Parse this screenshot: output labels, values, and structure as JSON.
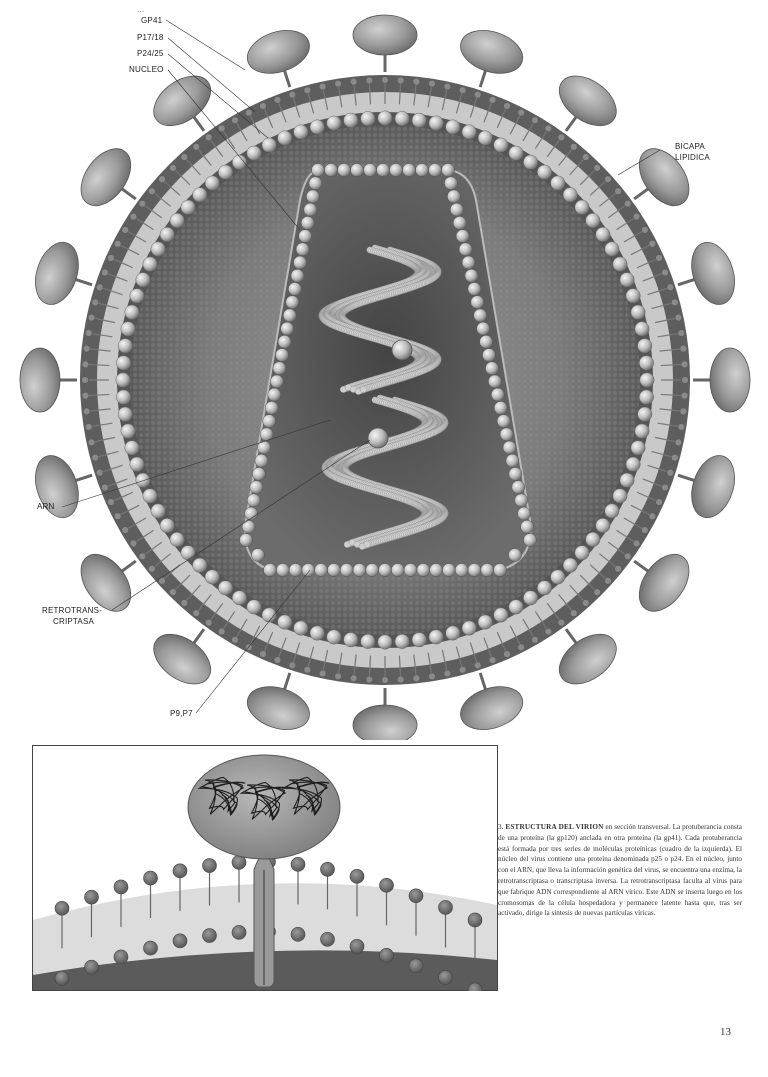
{
  "labels": {
    "gp41": "GP41",
    "p17_18": "P17/18",
    "p24_25": "P24/25",
    "nucleo": "NUCLEO",
    "bicapa_1": "BICAPA",
    "bicapa_2": "LIPIDICA",
    "arn": "ARN",
    "retrotrans_1": "RETROTRANS-",
    "retrotrans_2": "CRIPTASA",
    "p9p7": "P9,P7"
  },
  "caption": {
    "number": "3.",
    "title": "ESTRUCTURA DEL VIRION",
    "body": "en sección transversal. La protuberancia consta de una proteína (la gp120) anclada en otra proteína (la gp41). Cada protuberancia está formada por tres series de moléculas proteínicas (cuadro de la izquierda). El núcleo del virus contiene una proteína denominada p25 o p24. En el núcleo, junto con el ARN, que lleva la información genética del virus, se encuentra una enzima, la retrotranscriptasa o transcriptasa inversa. La retrotranscriptasa faculta al virus para que fabrique ADN correspondiente al ARN vírico. Este ADN se inserta luego en los cromosomas de la célula hospedadora y permanece latente hasta que, tras ser activado, dirige la síntesis de nuevas partículas víricas."
  },
  "page_number": "13"
}
